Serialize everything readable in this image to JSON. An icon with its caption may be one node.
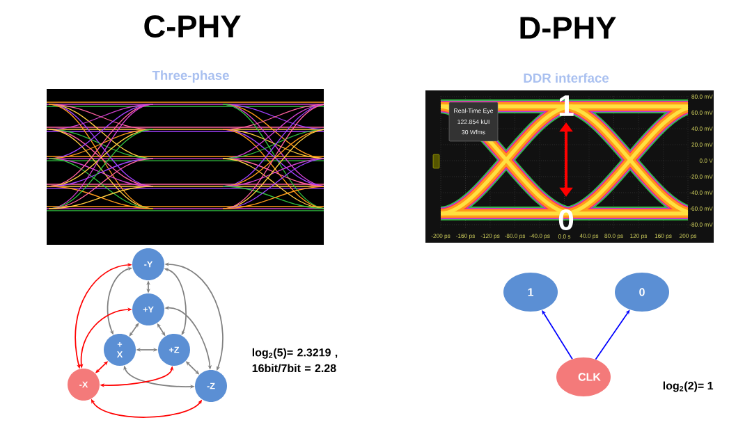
{
  "diagram": {
    "nodes": [
      {
        "text": [
          "-Y"
        ]
      },
      {
        "text": [
          "+Y"
        ]
      },
      {
        "text": [
          "+ X"
        ]
      },
      {
        "text": [
          "+Z"
        ]
      },
      {
        "text": [
          "-X"
        ]
      },
      {
        "text": [
          "-Z"
        ]
      },
      {
        "text": [
          "1"
        ]
      },
      {
        "text": [
          "0"
        ]
      },
      {
        "text": [
          "CLK"
        ]
      }
    ],
    "edges": [
      {
        "from": 0,
        "to": 1,
        "arrow": "both"
      },
      {
        "from": 1,
        "to": 2,
        "arrow": "both"
      },
      {
        "from": 1,
        "to": 3,
        "arrow": "both"
      },
      {
        "from": 2,
        "to": 3,
        "arrow": "both"
      },
      {
        "from": 3,
        "to": 5,
        "arrow": "both"
      },
      {
        "from": 0,
        "to": 2,
        "arrow": "both"
      },
      {
        "from": 0,
        "to": 3,
        "arrow": "both"
      },
      {
        "from": 0,
        "to": 5,
        "arrow": "both"
      },
      {
        "from": 1,
        "to": 5,
        "arrow": "both"
      },
      {
        "from": 2,
        "to": 5,
        "arrow": "both"
      },
      {
        "from": 4,
        "to": 0,
        "arrow": "both",
        "color": "#ff0000"
      },
      {
        "from": 4,
        "to": 1,
        "arrow": "both",
        "color": "#ff0000"
      },
      {
        "from": 4,
        "to": 2,
        "arrow": "both",
        "color": "#ff0000"
      },
      {
        "from": 4,
        "to": 3,
        "arrow": "both",
        "color": "#ff0000"
      },
      {
        "from": 4,
        "to": 5,
        "arrow": "both",
        "color": "#ff0000"
      },
      {
        "from": 8,
        "to": 6,
        "arrow": "to",
        "color": "#0000ff"
      },
      {
        "from": 8,
        "to": 7,
        "arrow": "to",
        "color": "#0000ff"
      }
    ],
    "labels": [
      "C-PHY",
      "D-PHY",
      "Three-phase",
      "DDR interface",
      "Real-Time Eye",
      "122.854 kUI",
      "30 Wfms",
      "1",
      "80.0 mV",
      "60.0 mV",
      "40.0 mV",
      "20.0 mV",
      "0.0 V",
      "-20.0 mV",
      "-40.0 mV",
      "-60.0 mV",
      "-80.0 mV",
      "0",
      "-200 ps",
      "-160 ps",
      "-120 ps",
      "-80.0 ps",
      "-40.0 ps",
      "0.0 s",
      "40.0 ps",
      "80.0 ps",
      "120 ps",
      "160 ps",
      "200 ps",
      "log$_{2}$(5)= 2.3219 , 16bit/7bit = 2.28",
      "log$_{2}$(2)= 1"
    ]
  }
}
